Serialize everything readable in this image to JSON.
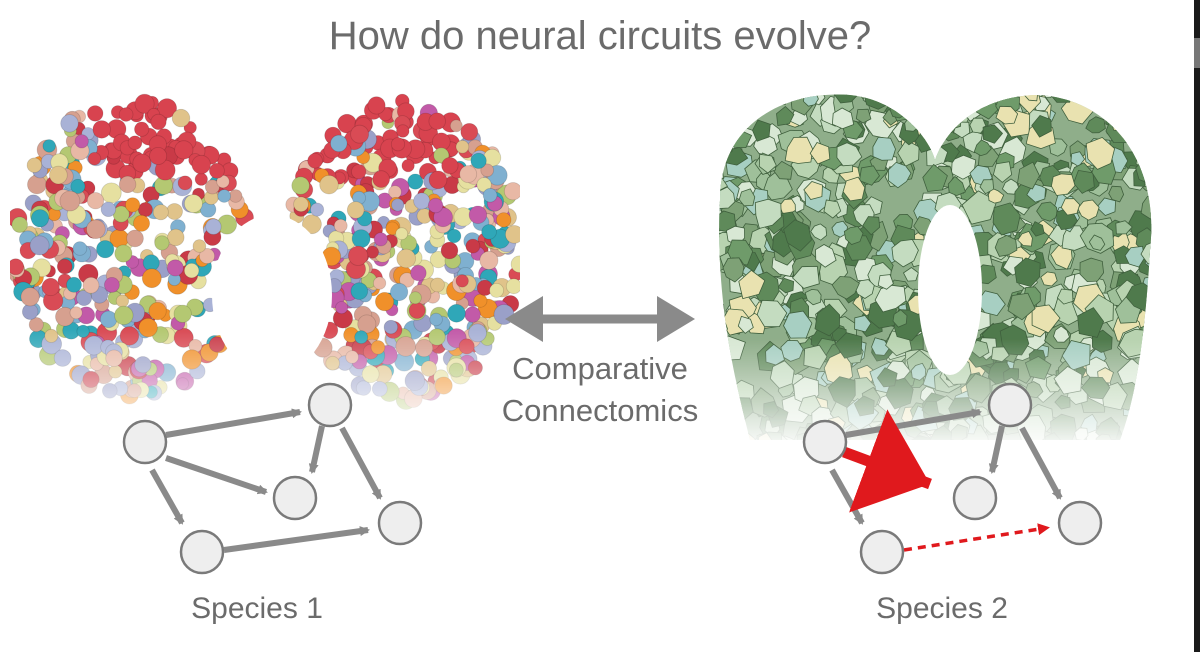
{
  "title": "How do neural circuits evolve?",
  "center_label": {
    "line1": "Comparative",
    "line2": "Connectomics"
  },
  "species": {
    "left": "Species 1",
    "right": "Species 2"
  },
  "colors": {
    "text": "#6b6b6b",
    "node_fill": "#eeeeee",
    "node_stroke": "#7a7a7a",
    "edge": "#8a8a8a",
    "highlight": "#e0191d"
  },
  "icons": {
    "left_brain": "colorful-neuron-sphere-brain",
    "right_brain": "green-cell-mosaic-brain",
    "arrow": "double-headed-arrow"
  }
}
